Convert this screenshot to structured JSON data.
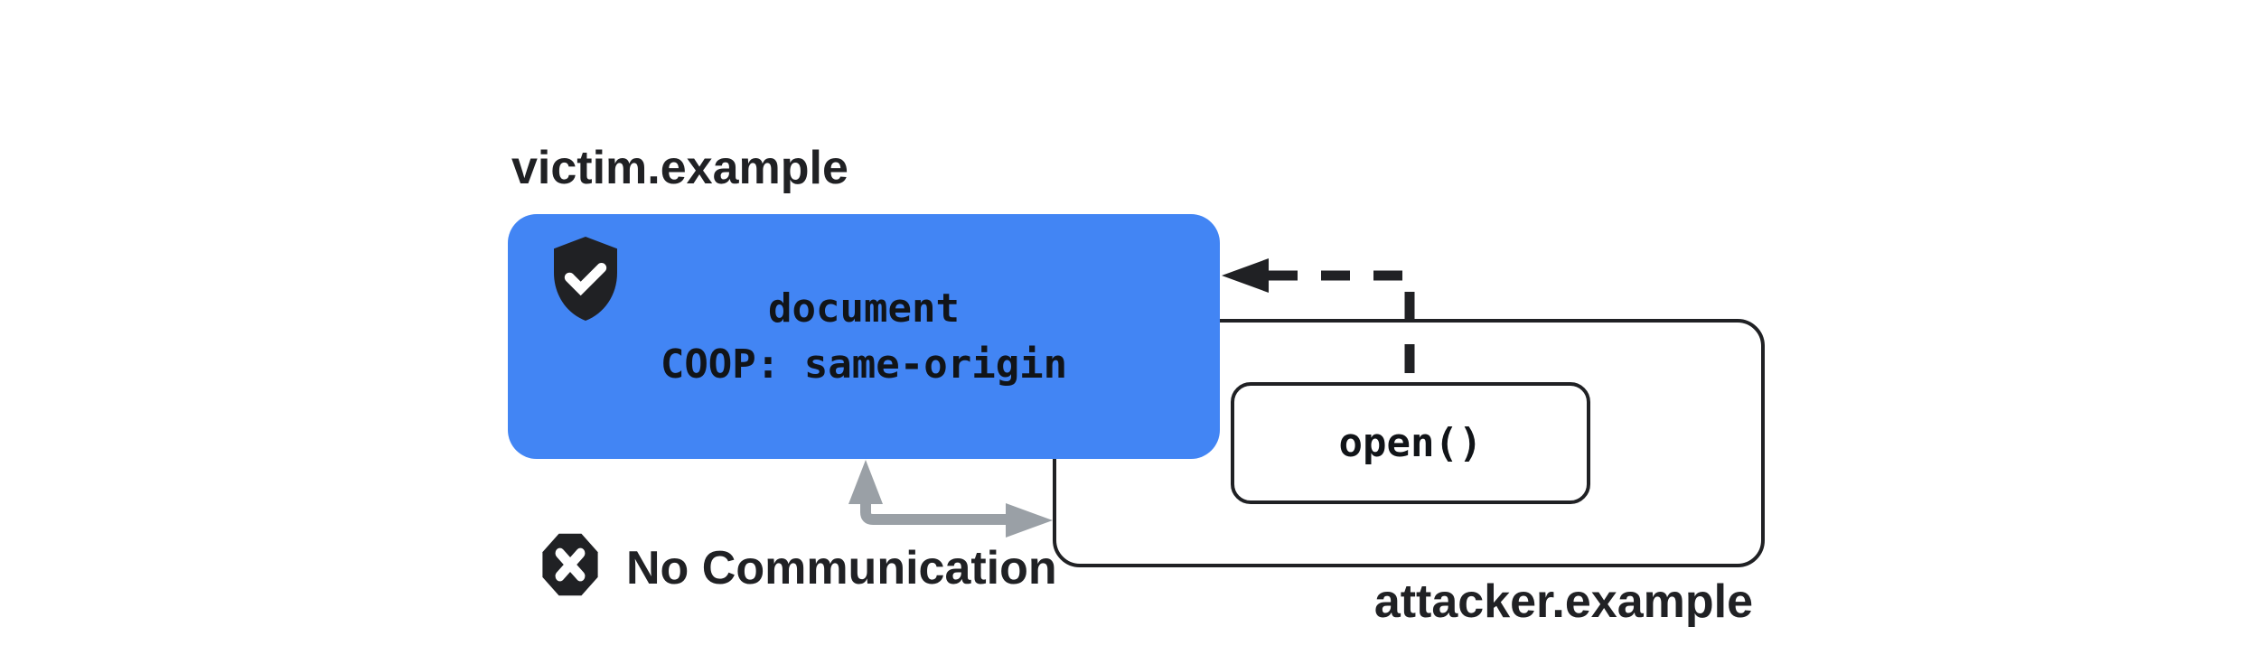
{
  "victim": {
    "label": "victim.example",
    "doc_line1": "document",
    "doc_line2": "COOP: same-origin"
  },
  "attacker": {
    "label": "attacker.example",
    "open_call": "open()"
  },
  "communication": {
    "label": "No Communication"
  },
  "icons": {
    "shield": "shield-check-icon",
    "blocked": "blocked-x-octagon-icon"
  },
  "colors": {
    "background": "#FFFFFF",
    "accent_blue": "#4285F4",
    "ink": "#202124",
    "gray_arrow": "#9AA0A6"
  }
}
